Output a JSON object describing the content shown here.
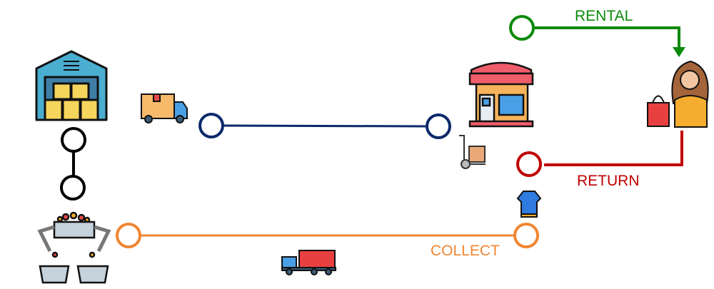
{
  "labels": {
    "rental": "RENTAL",
    "return": "RETURN",
    "collect": "COLLECT"
  },
  "colors": {
    "rental": "#0a8a0a",
    "return": "#c00000",
    "collect": "#f08632",
    "delivery": "#0b2a6b",
    "warehouse_link": "#000000"
  },
  "icons": [
    "warehouse-icon",
    "delivery-truck-icon",
    "store-icon",
    "hand-truck-icon",
    "shopper-icon",
    "shirt-icon",
    "sorting-machine-icon",
    "container-truck-icon"
  ]
}
